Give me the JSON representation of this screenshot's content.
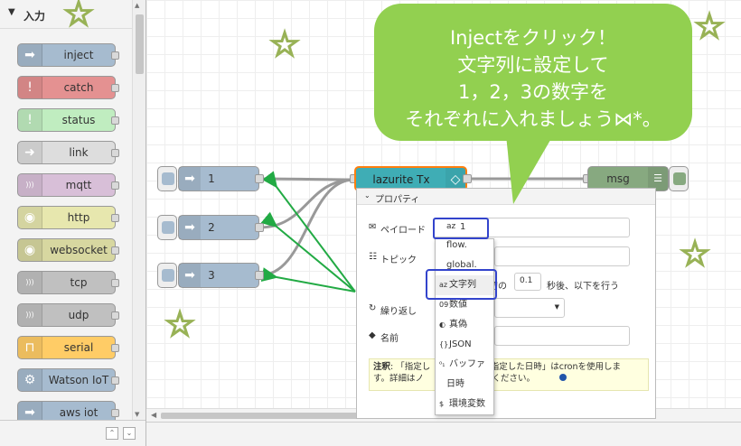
{
  "palette": {
    "section_title": "入力",
    "nodes": [
      {
        "label": "inject",
        "color": "#a6bbcf",
        "icon": "arrow-right-icon"
      },
      {
        "label": "catch",
        "color": "#e49191",
        "icon": "exclamation-icon"
      },
      {
        "label": "status",
        "color": "#c0edc0",
        "icon": "exclamation-icon"
      },
      {
        "label": "link",
        "color": "#dddddd",
        "icon": "link-in-icon"
      },
      {
        "label": "mqtt",
        "color": "#d8bfd8",
        "icon": "wireless-icon"
      },
      {
        "label": "http",
        "color": "#e7e7ae",
        "icon": "globe-icon"
      },
      {
        "label": "websocket",
        "color": "#d7d7a0",
        "icon": "globe-icon"
      },
      {
        "label": "tcp",
        "color": "#c0c0c0",
        "icon": "wireless-icon"
      },
      {
        "label": "udp",
        "color": "#c0c0c0",
        "icon": "wireless-icon"
      },
      {
        "label": "serial",
        "color": "#ffcc66",
        "icon": "pulse-wave-icon"
      },
      {
        "label": "Watson IoT",
        "color": "#a6bbcf",
        "icon": "chip-icon"
      },
      {
        "label": "aws iot",
        "color": "#a6bbcf",
        "icon": "arrow-right-icon"
      }
    ]
  },
  "flow": {
    "inject_nodes": [
      {
        "label": "1"
      },
      {
        "label": "2"
      },
      {
        "label": "3"
      }
    ],
    "lazurite": {
      "label": "lazurite Tx",
      "color": "#3fadb5",
      "icon": "diamond-icon"
    },
    "debug": {
      "label": "msg",
      "color": "#87a980",
      "icon": "list-icon"
    }
  },
  "properties": {
    "header": "プロパティ",
    "payload_label": "ペイロード",
    "payload_type_icon": "az",
    "payload_value": "1",
    "topic_label": "トピック",
    "repeat_label": "繰り返し",
    "name_label": "名前",
    "after_prefix": "初の",
    "delay_value": "0.1",
    "after_suffix": "秒後、以下を行う",
    "note_label": "注釈",
    "note_text_1": ": 「指定し",
    "note_text_2": "時」と「指定した日時」はcronを使用しま",
    "note_text_3": "す。詳細はノ",
    "note_text_4": "を確認してください。"
  },
  "dropdown": {
    "items": [
      {
        "icon": "",
        "label": "flow."
      },
      {
        "icon": "",
        "label": "global."
      },
      {
        "icon": "az",
        "label": "文字列"
      },
      {
        "icon": "09",
        "label": "数値"
      },
      {
        "icon": "◐",
        "label": "真偽"
      },
      {
        "icon": "{}",
        "label": "JSON"
      },
      {
        "icon": "⁰₁",
        "label": "バッファ"
      },
      {
        "icon": "",
        "label": "日時"
      },
      {
        "icon": "$",
        "label": "環境変数"
      }
    ]
  },
  "callout": {
    "line1": "Injectをクリック！",
    "line2": "文字列に設定して",
    "line3": "1，2，3の数字を",
    "line4": "それぞれに入れましょう⋈*。"
  },
  "colors": {
    "callout": "#92d050",
    "highlight": "#3344cc",
    "arrow": "#22aa44"
  }
}
